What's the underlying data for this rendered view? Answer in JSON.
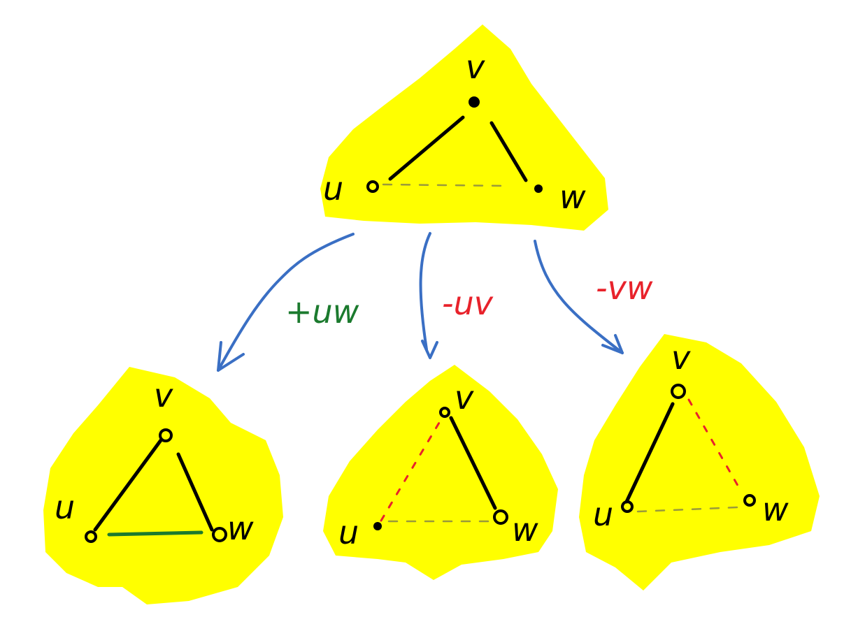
{
  "colors": {
    "highlight": "#ffff00",
    "edge": "#000000",
    "missing_edge": "#9a9a3a",
    "added": "#1b7a2e",
    "removed": "#e8222b",
    "arrow": "#3a6fc4"
  },
  "root": {
    "labels": {
      "v": "v",
      "u": "u",
      "w": "w"
    }
  },
  "moves": [
    {
      "label": "+uw",
      "color_key": "added"
    },
    {
      "label": "-uv",
      "color_key": "removed"
    },
    {
      "label": "-vw",
      "color_key": "removed"
    }
  ],
  "children": [
    {
      "labels": {
        "v": "v",
        "u": "u",
        "w": "w"
      }
    },
    {
      "labels": {
        "v": "v",
        "u": "u",
        "w": "w"
      }
    },
    {
      "labels": {
        "v": "v",
        "u": "u",
        "w": "w"
      }
    }
  ]
}
